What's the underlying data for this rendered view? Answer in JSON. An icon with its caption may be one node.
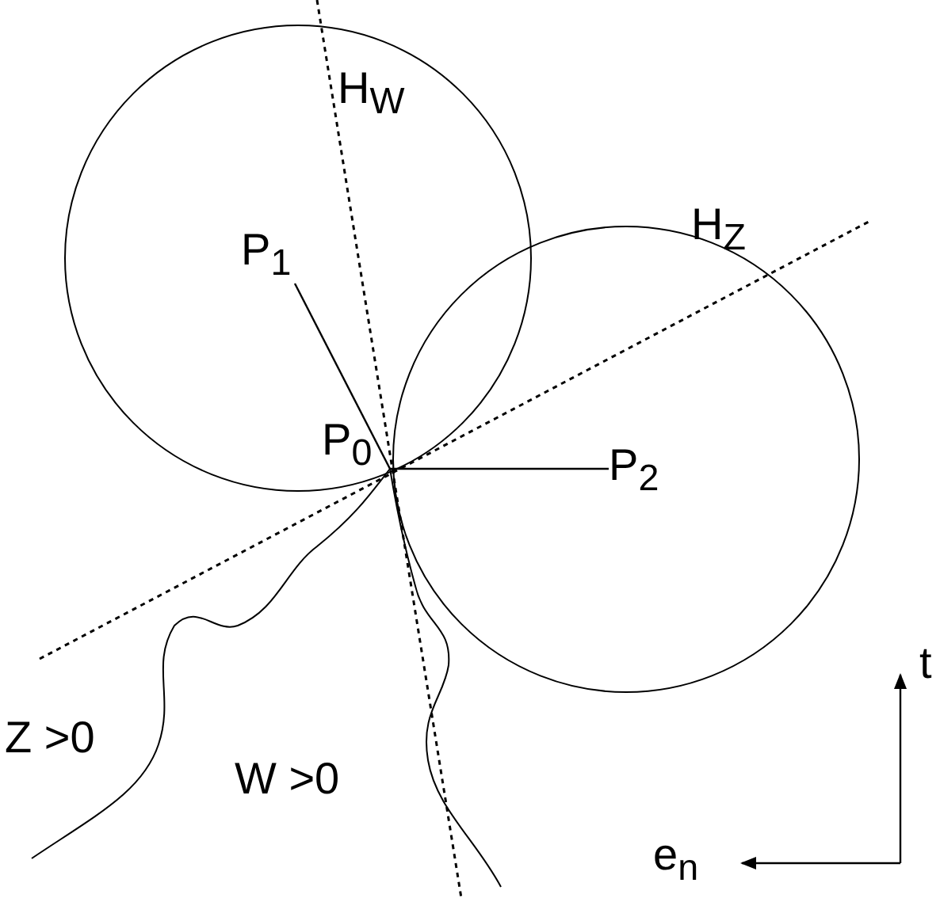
{
  "diagram": {
    "nodes": [
      {
        "text": [
          "P$_{0}$"
        ]
      },
      {
        "text": [
          "P$_{1}$"
        ]
      },
      {
        "text": [
          "P$_{2}$"
        ]
      }
    ],
    "edges": [
      {
        "from": 0,
        "to": 1,
        "arrow": "none"
      },
      {
        "from": 0,
        "to": 2,
        "arrow": "none"
      }
    ],
    "labels": [
      "H$_{W}$",
      "H$_{Z}$",
      "Z >0",
      "W >0",
      "t",
      "e$_{n}$"
    ]
  }
}
